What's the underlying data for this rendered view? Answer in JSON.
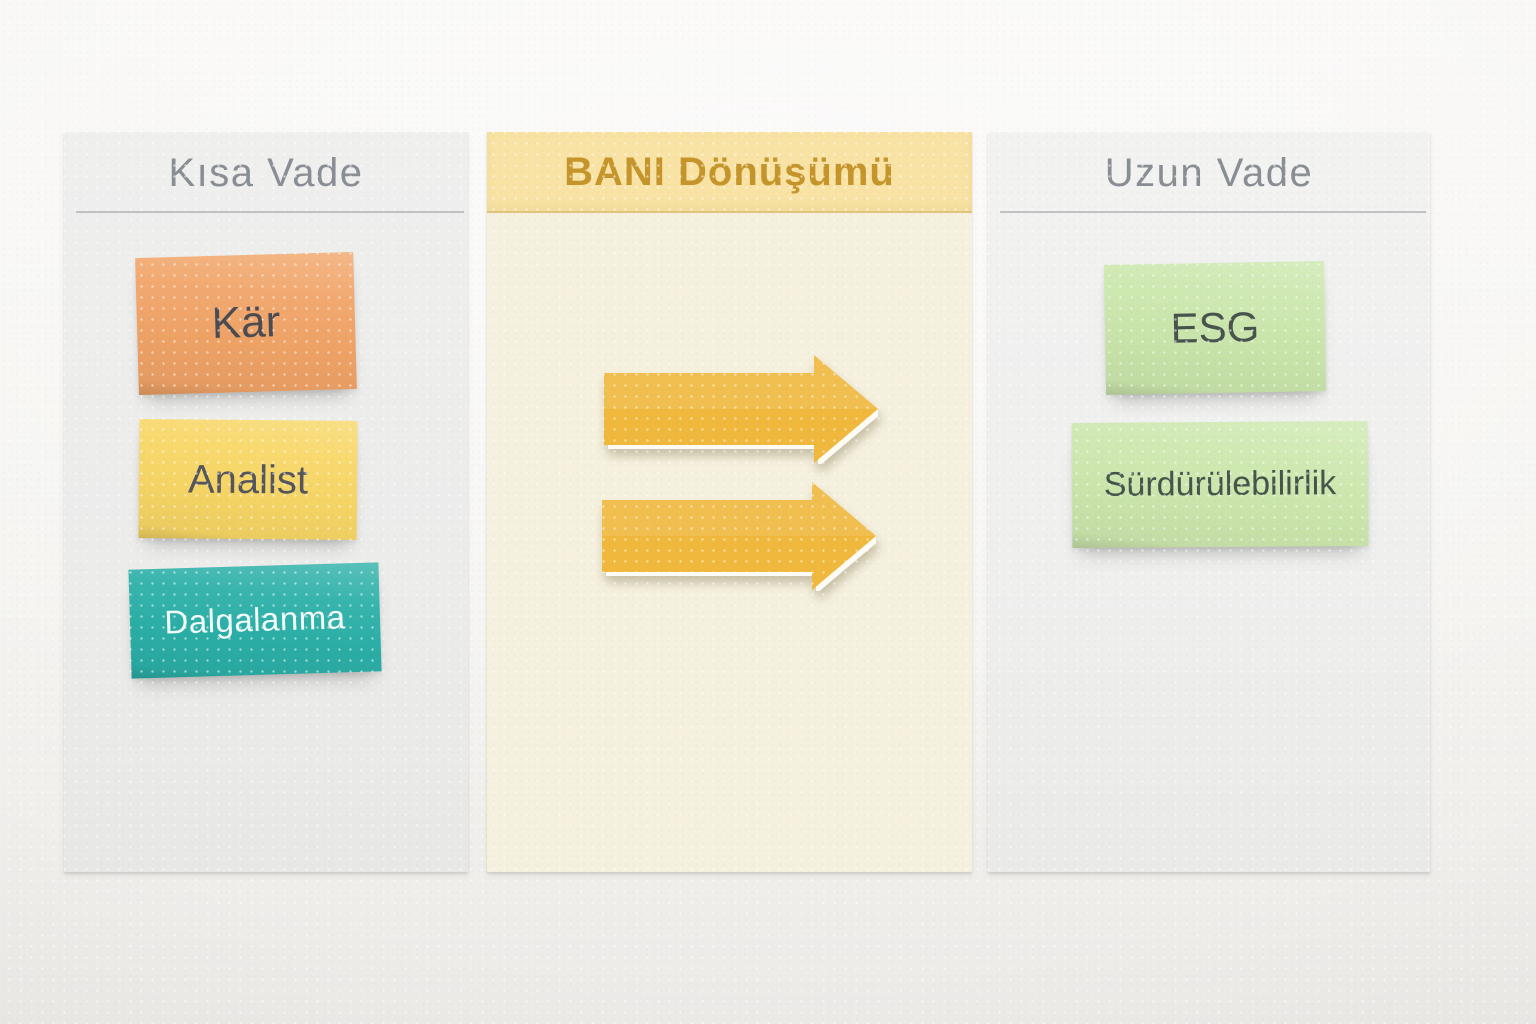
{
  "board": {
    "columns": [
      {
        "id": "short-term",
        "title": "Kısa Vade",
        "title_color": "#898e94",
        "notes": [
          {
            "label": "Kär",
            "color": "#f1a467",
            "text_color": "#4a4b53"
          },
          {
            "label": "Analist",
            "color": "#f8d765",
            "text_color": "#55565d"
          },
          {
            "label": "Dalgalanma",
            "color": "#2bb0a8",
            "text_color": "#f2fbf9"
          }
        ]
      },
      {
        "id": "bani-transformation",
        "title": "BANI Dönüşümü",
        "title_color": "#c5952c",
        "band_color": "#f8e3a4",
        "body_color": "#f5f1de",
        "arrow_color": "#f0b83c",
        "arrow_rim_color": "#fdfcf5",
        "arrows": [
          {
            "name": "right-arrow"
          },
          {
            "name": "right-arrow"
          }
        ]
      },
      {
        "id": "long-term",
        "title": "Uzun Vade",
        "title_color": "#898e94",
        "notes": [
          {
            "label": "ESG",
            "color": "#cbe7ac",
            "text_color": "#48534e"
          },
          {
            "label": "Sürdürülebilirlik",
            "color": "#cde8ae",
            "text_color": "#47544c"
          }
        ]
      }
    ]
  }
}
